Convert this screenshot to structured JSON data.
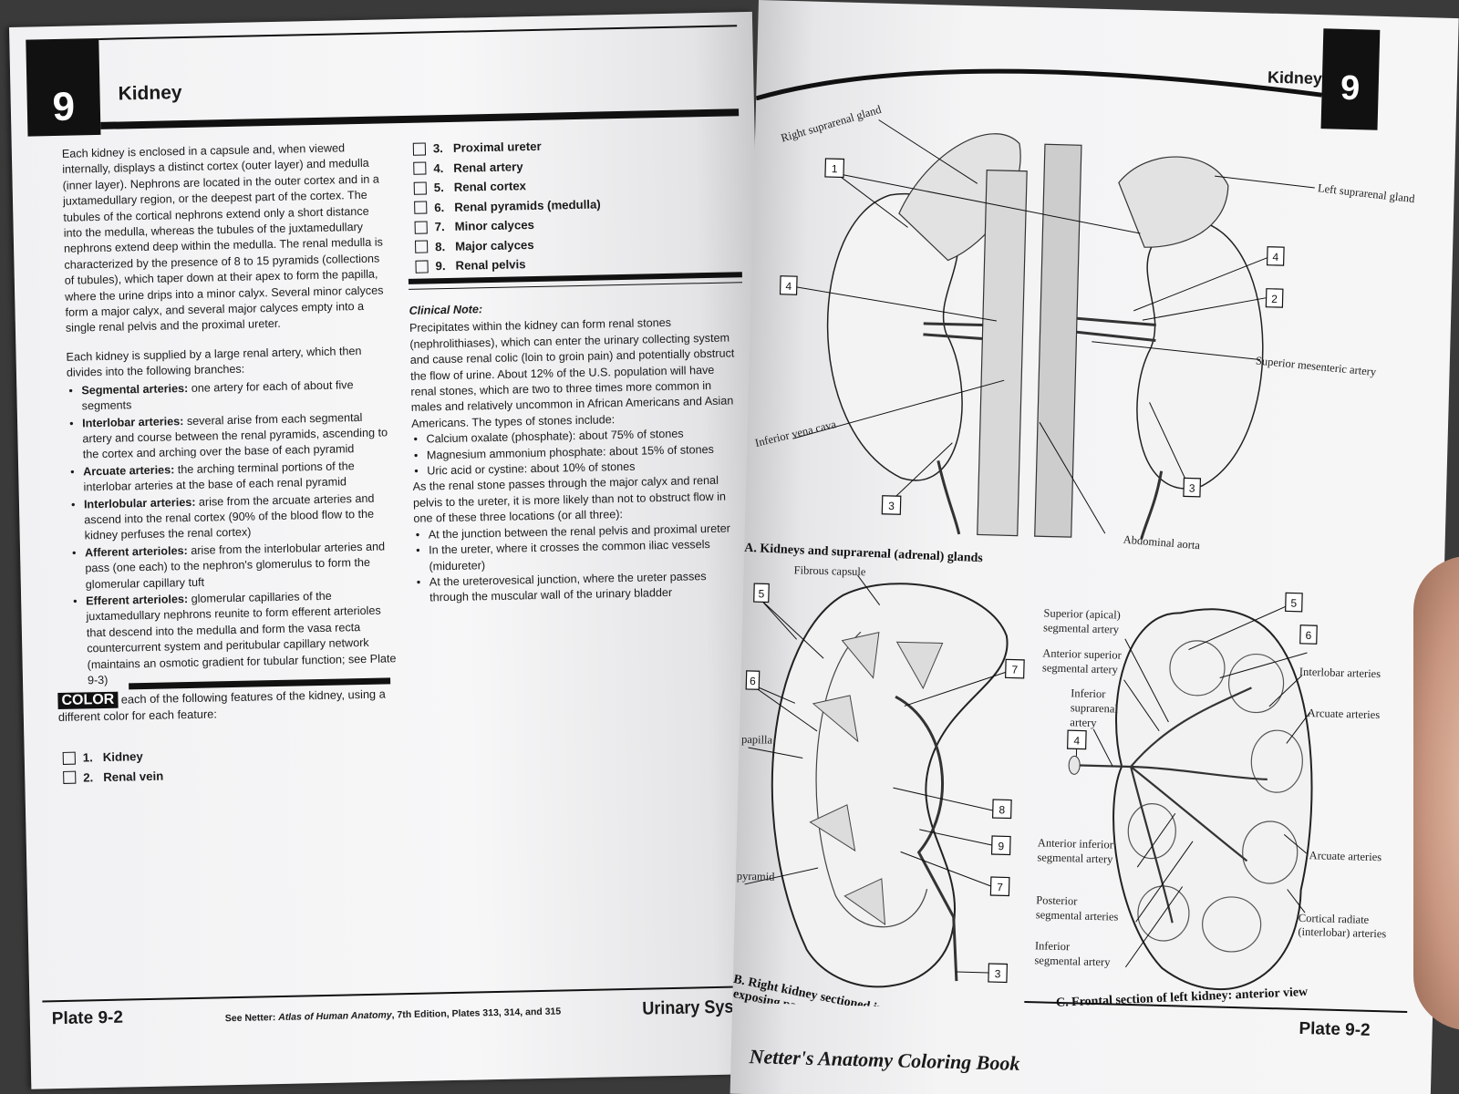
{
  "left_page": {
    "chapter_number": "9",
    "chapter_title": "Kidney",
    "intro_paragraph": "Each kidney is enclosed in a capsule and, when viewed internally, displays a distinct cortex (outer layer) and medulla (inner layer). Nephrons are located in the outer cortex and in a juxtamedullary region, or the deepest part of the cortex. The tubules of the cortical nephrons extend only a short distance into the medulla, whereas the tubules of the juxtamedullary nephrons extend deep within the medulla. The renal medulla is characterized by the presence of 8 to 15 pyramids (collections of tubules), which taper down at their apex to form the papilla, where the urine drips into a minor calyx. Several minor calyces form a major calyx, and several major calyces empty into a single renal pelvis and the proximal ureter.",
    "artery_intro": "Each kidney is supplied by a large renal artery, which then divides into the following branches:",
    "artery_branches": [
      {
        "term": "Segmental arteries:",
        "text": " one artery for each of about five segments"
      },
      {
        "term": "Interlobar arteries:",
        "text": " several arise from each segmental artery and course between the renal pyramids, ascending to the cortex and arching over the base of each pyramid"
      },
      {
        "term": "Arcuate arteries:",
        "text": " the arching terminal portions of the interlobar arteries at the base of each renal pyramid"
      },
      {
        "term": "Interlobular arteries:",
        "text": " arise from the arcuate arteries and ascend into the renal cortex (90% of the blood flow to the kidney perfuses the renal cortex)"
      },
      {
        "term": "Afferent arterioles:",
        "text": " arise from the interlobular arteries and pass (one each) to the nephron's glomerulus to form the glomerular capillary tuft"
      },
      {
        "term": "Efferent arterioles:",
        "text": " glomerular capillaries of the juxtamedullary nephrons reunite to form efferent arterioles that descend into the medulla and form the vasa recta countercurrent system and peritubular capillary network (maintains an osmotic gradient for tubular function; see Plate 9-3)"
      }
    ],
    "color_instruction": {
      "tag": "COLOR",
      "text": " each of the following features of the kidney, using a different color for each feature:"
    },
    "color_items_left": [
      {
        "number": "1.",
        "label": "Kidney"
      },
      {
        "number": "2.",
        "label": "Renal vein"
      }
    ],
    "color_items_right": [
      {
        "number": "3.",
        "label": "Proximal ureter"
      },
      {
        "number": "4.",
        "label": "Renal artery"
      },
      {
        "number": "5.",
        "label": "Renal cortex"
      },
      {
        "number": "6.",
        "label": "Renal pyramids (medulla)"
      },
      {
        "number": "7.",
        "label": "Minor calyces"
      },
      {
        "number": "8.",
        "label": "Major calyces"
      },
      {
        "number": "9.",
        "label": "Renal pelvis"
      }
    ],
    "clinical_note": {
      "heading": "Clinical Note:",
      "paragraph1": "Precipitates within the kidney can form renal stones (nephrolithiases), which can enter the urinary collecting system and cause renal colic (loin to groin pain) and potentially obstruct the flow of urine. About 12% of the U.S. population will have renal stones, which are two to three times more common in males and relatively uncommon in African Americans and Asian Americans. The types of stones include:",
      "stone_types": [
        "Calcium oxalate (phosphate): about 75% of stones",
        "Magnesium ammonium phosphate: about 15% of stones",
        "Uric acid or cystine: about 10% of stones"
      ],
      "paragraph2": "As the renal stone passes through the major calyx and renal pelvis to the ureter, it is more likely than not to obstruct flow in one of these three locations (or all three):",
      "locations": [
        "At the junction between the renal pelvis and proximal ureter",
        "In the ureter, where it crosses the common iliac vessels (midureter)",
        "At the ureterovesical junction, where the ureter passes through the muscular wall of the urinary bladder"
      ]
    },
    "footer": {
      "plate": "Plate 9-2",
      "see_netter_prefix": "See Netter: ",
      "see_netter_title": "Atlas of Human Anatomy",
      "see_netter_suffix": ", 7th Edition, Plates 313, 314, and 315",
      "section": "Urinary System"
    }
  },
  "right_page": {
    "chapter_title": "Kidney",
    "chapter_number": "9",
    "figure_a": {
      "caption": "A. Kidneys and suprarenal (adrenal) glands",
      "labels": {
        "right_suprarenal": "Right suprarenal gland",
        "left_suprarenal": "Left suprarenal gland",
        "superior_mesenteric": "Superior mesenteric artery",
        "ivc": "Inferior vena cava",
        "aorta": "Abdominal aorta"
      },
      "numbers": [
        "1",
        "4",
        "4",
        "2",
        "3",
        "3"
      ]
    },
    "figure_b": {
      "caption_line1": "B. Right kidney sectioned in several planes,",
      "caption_line2": "exposing parenchyma and renal pelvis",
      "labels": {
        "fibrous_capsule": "Fibrous capsule",
        "renal_papilla": "Renal papilla",
        "base_pyramid": "Base of pyramid"
      },
      "numbers": [
        "5",
        "6",
        "7",
        "8",
        "9",
        "7",
        "3"
      ]
    },
    "figure_c": {
      "caption": "C. Frontal section of left kidney: anterior view",
      "labels": {
        "superior_apical": "Superior (apical)",
        "superior_apical2": "segmental artery",
        "anterior_superior": "Anterior superior",
        "anterior_superior2": "segmental artery",
        "inferior_suprarenal": "Inferior",
        "inferior_suprarenal2": "suprarenal",
        "inferior_suprarenal3": "artery",
        "anterior_inferior": "Anterior inferior",
        "anterior_inferior2": "segmental artery",
        "posterior": "Posterior",
        "posterior2": "segmental arteries",
        "inferior_seg": "Inferior",
        "inferior_seg2": "segmental artery",
        "interlobar": "Interlobar arteries",
        "arcuate1": "Arcuate arteries",
        "arcuate2": "Arcuate arteries",
        "cortical": "Cortical radiate",
        "cortical2": "(interlobar) arteries"
      },
      "numbers": [
        "5",
        "6",
        "4"
      ]
    },
    "footer": {
      "plate": "Plate 9-2",
      "book": "Netter's Anatomy Coloring Book"
    }
  }
}
